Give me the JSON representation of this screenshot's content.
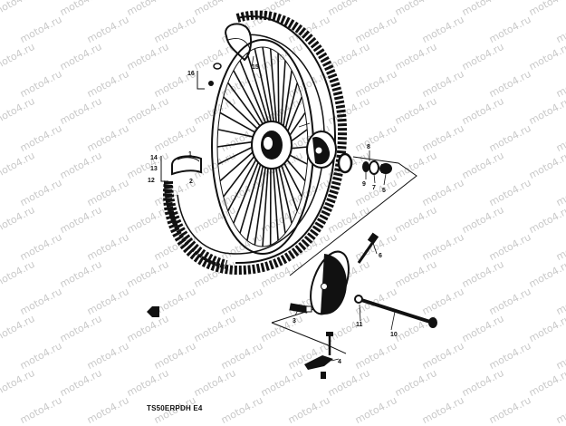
{
  "watermark": {
    "text": "moto4.ru"
  },
  "diagram_code": "TS50ERPDH E4",
  "callouts": [
    {
      "id": "c1",
      "label": "1"
    },
    {
      "id": "c2",
      "label": "2"
    },
    {
      "id": "c3",
      "label": "3"
    },
    {
      "id": "c4",
      "label": "4"
    },
    {
      "id": "c5",
      "label": "5"
    },
    {
      "id": "c6",
      "label": "6"
    },
    {
      "id": "c7",
      "label": "7"
    },
    {
      "id": "c8",
      "label": "8"
    },
    {
      "id": "c9",
      "label": "9"
    },
    {
      "id": "c10",
      "label": "10"
    },
    {
      "id": "c11",
      "label": "11"
    },
    {
      "id": "c12",
      "label": "12"
    },
    {
      "id": "c13",
      "label": "13"
    },
    {
      "id": "c14",
      "label": "14"
    },
    {
      "id": "c15",
      "label": "15"
    },
    {
      "id": "c16",
      "label": "16"
    }
  ],
  "colors": {
    "ink": "#111111",
    "watermark": "#c9c9c9",
    "background": "#ffffff"
  }
}
